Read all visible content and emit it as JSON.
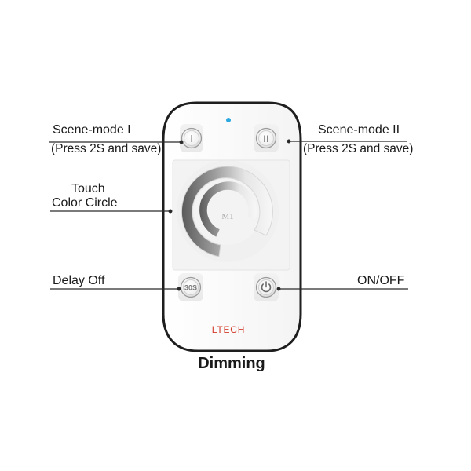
{
  "title": "Dimming",
  "brand": {
    "name": "LTECH",
    "color": "#d23a2a"
  },
  "indicator_color": "#2aa8e0",
  "buttons": {
    "scene1_glyph": "I",
    "scene2_glyph": "II",
    "delay_glyph": "30S",
    "power_icon": "power-icon"
  },
  "color_circle": {
    "center_label": "M1"
  },
  "callouts": {
    "scene1": {
      "line1": "Scene-mode I",
      "line2": "(Press 2S and save)"
    },
    "scene2": {
      "line1": "Scene-mode II",
      "line2": "(Press 2S and save)"
    },
    "touch": {
      "line1": "Touch",
      "line2": "Color Circle"
    },
    "delay": {
      "line1": "Delay Off"
    },
    "power": {
      "line1": "ON/OFF"
    }
  }
}
